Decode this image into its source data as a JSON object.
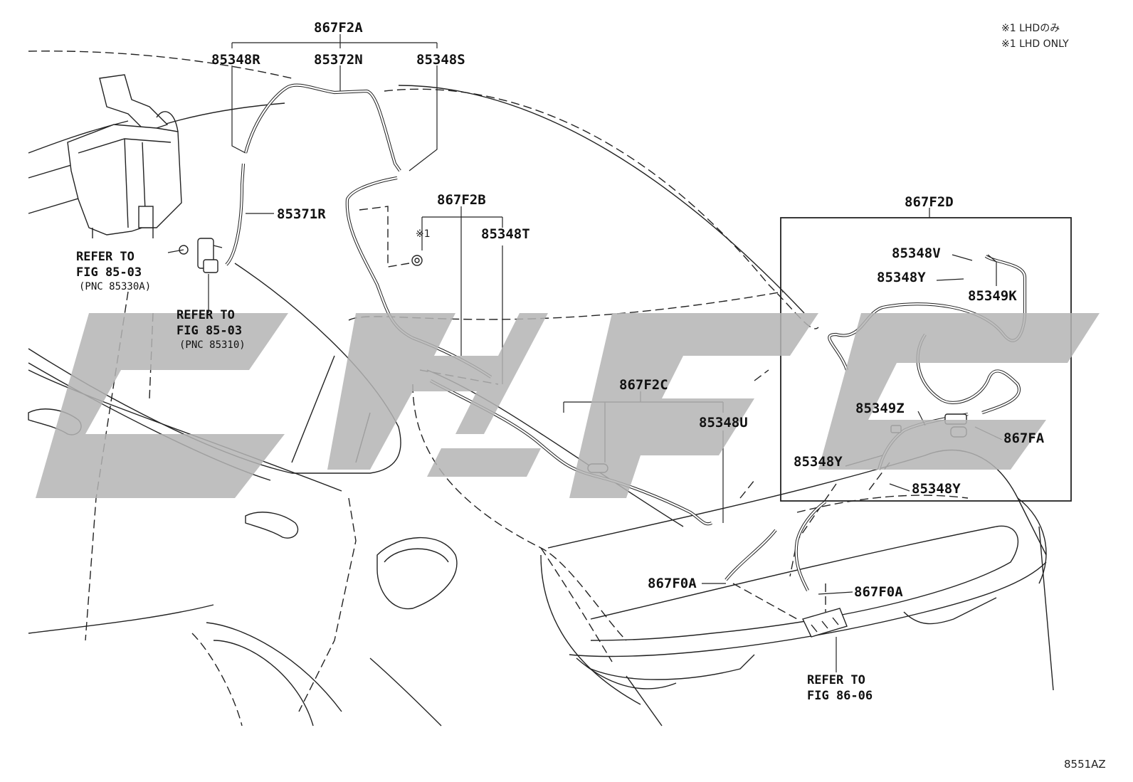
{
  "notes": {
    "lhd_ja": "※1 LHDのみ",
    "lhd_en": "※1 LHD ONLY",
    "mark": "※1"
  },
  "diagram_code": "8551AZ",
  "labels": {
    "g867F2A": "867F2A",
    "p85348R": "85348R",
    "p85372N": "85372N",
    "p85348S": "85348S",
    "p85371R": "85371R",
    "g867F2B": "867F2B",
    "p85348T": "85348T",
    "g867F2C": "867F2C",
    "p85348U": "85348U",
    "g867F2D": "867F2D",
    "p85348V": "85348V",
    "p85348Y_a": "85348Y",
    "p85349K": "85349K",
    "p85349Z": "85349Z",
    "p867FA": "867FA",
    "p85348Y_b": "85348Y",
    "p85348Y_c": "85348Y",
    "p867F0A_a": "867F0A",
    "p867F0A_b": "867F0A"
  },
  "refs": {
    "tank": {
      "line1": "REFER TO",
      "line2": "FIG 85-03",
      "pnc": "(PNC 85330A)"
    },
    "pump": {
      "line1": "REFER TO",
      "line2": "FIG 85-03",
      "pnc": "(PNC 85310)"
    },
    "lamp": {
      "line1": "REFER TO",
      "line2": "FIG 86-06"
    }
  },
  "icons": [
    "washer-tank-icon",
    "washer-pump-icon",
    "washer-nozzle-icon",
    "license-lamp-icon",
    "grommet-icon",
    "hose-joint-icon"
  ]
}
